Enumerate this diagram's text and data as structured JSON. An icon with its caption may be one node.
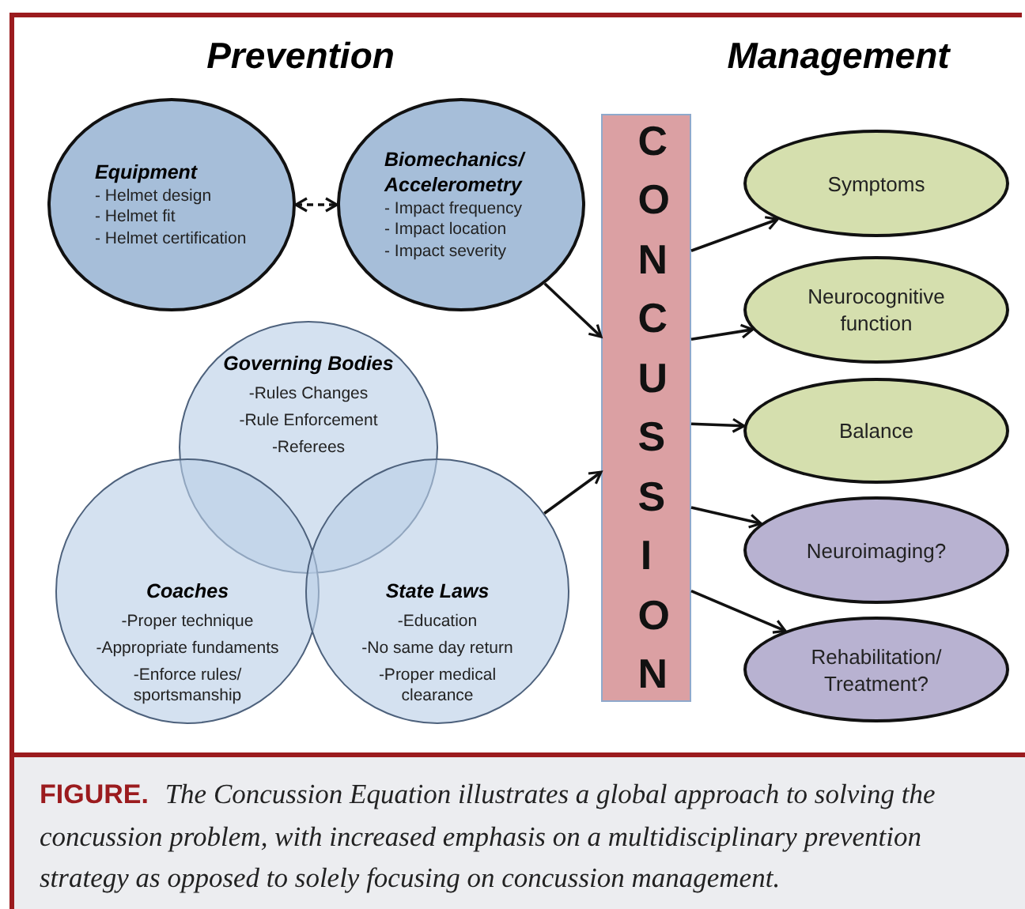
{
  "diagram": {
    "caption": "**FIGURE.** *The Concussion Equation illustrates a global approach to solving the concussion problem, with increased emphasis on a multidisciplinary prevention strategy as opposed to solely focusing on concussion management.*",
    "nodes": [
      {
        "text": [
          "Equipment",
          "- Helmet design",
          "- Helmet fit",
          "- Helmet certification"
        ]
      },
      {
        "text": [
          "Biomechanics/ Accelerometry",
          "- Impact frequency",
          "- Impact location",
          "- Impact severity"
        ]
      },
      {
        "text": [
          "Governing Bodies",
          "-Rules Changes",
          "-Rule Enforcement",
          "-Referees"
        ]
      },
      {
        "text": [
          "Coaches",
          "-Proper technique",
          "-Appropriate fundaments",
          "-Enforce rules/ sportsmanship"
        ]
      },
      {
        "text": [
          "State Laws",
          "-Education",
          "-No same day return",
          "-Proper medical clearance"
        ]
      },
      {
        "text": [
          "CONCUSSION"
        ]
      },
      {
        "text": [
          "Symptoms"
        ]
      },
      {
        "text": [
          "Neurocognitive function"
        ]
      },
      {
        "text": [
          "Balance"
        ]
      },
      {
        "text": [
          "Neuroimaging?"
        ]
      },
      {
        "text": [
          "Rehabilitation/ Treatment?"
        ]
      }
    ],
    "edges": [
      {
        "from": 0,
        "to": 1,
        "arrow": "both",
        "style": "dashed"
      },
      {
        "from": 1,
        "to": 5,
        "arrow": "to"
      },
      {
        "from": 4,
        "to": 5,
        "arrow": "to"
      },
      {
        "from": 5,
        "to": 6,
        "arrow": "to"
      },
      {
        "from": 5,
        "to": 7,
        "arrow": "to"
      },
      {
        "from": 5,
        "to": 8,
        "arrow": "to"
      },
      {
        "from": 5,
        "to": 9,
        "arrow": "to"
      },
      {
        "from": 5,
        "to": 10,
        "arrow": "to"
      }
    ],
    "labels": [
      "Prevention",
      "Management"
    ]
  }
}
